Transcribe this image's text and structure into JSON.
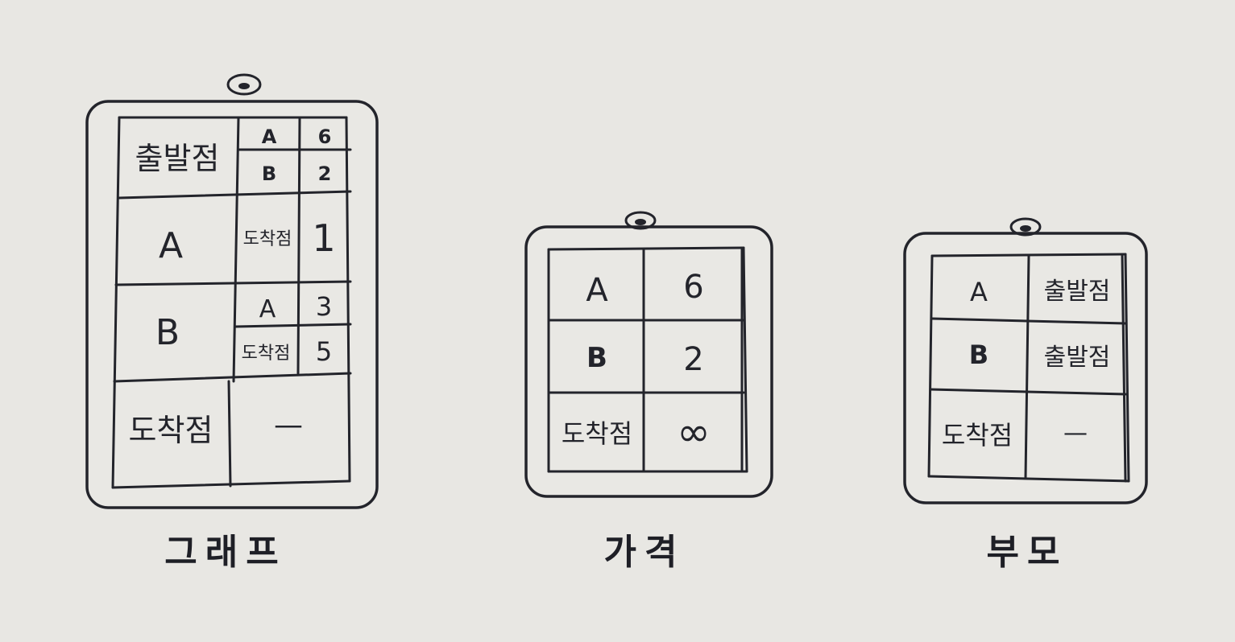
{
  "tables": {
    "graph": {
      "caption": "그래프",
      "rows": [
        {
          "node": "출발점",
          "edges": [
            {
              "to": "A",
              "weight": "6"
            },
            {
              "to": "B",
              "weight": "2"
            }
          ]
        },
        {
          "node": "A",
          "edges": [
            {
              "to": "도착점",
              "weight": "1"
            }
          ]
        },
        {
          "node": "B",
          "edges": [
            {
              "to": "A",
              "weight": "3"
            },
            {
              "to": "도착점",
              "weight": "5"
            }
          ]
        },
        {
          "node": "도착점",
          "empty": "—"
        }
      ]
    },
    "costs": {
      "caption": "가격",
      "rows": [
        {
          "node": "A",
          "value": "6"
        },
        {
          "node": "B",
          "value": "2"
        },
        {
          "node": "도착점",
          "value": "∞"
        }
      ]
    },
    "parents": {
      "caption": "부모",
      "rows": [
        {
          "node": "A",
          "value": "출발점"
        },
        {
          "node": "B",
          "value": "출발점"
        },
        {
          "node": "도착점",
          "value": "—"
        }
      ]
    }
  }
}
